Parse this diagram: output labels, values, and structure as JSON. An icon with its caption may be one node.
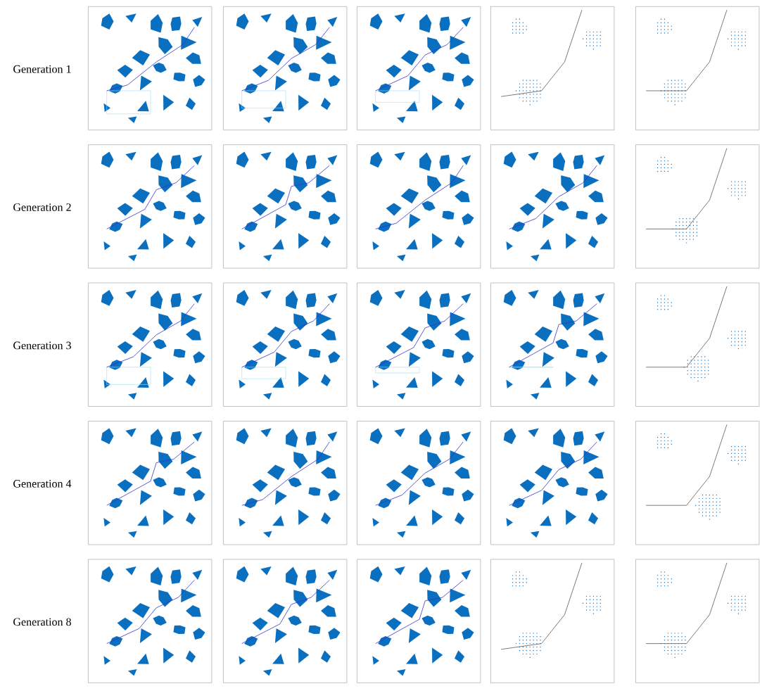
{
  "diagram": {
    "labels": [
      "Generation 1",
      "Generation 2",
      "Generation 3",
      "Generation 4",
      "Generation 8"
    ]
  }
}
